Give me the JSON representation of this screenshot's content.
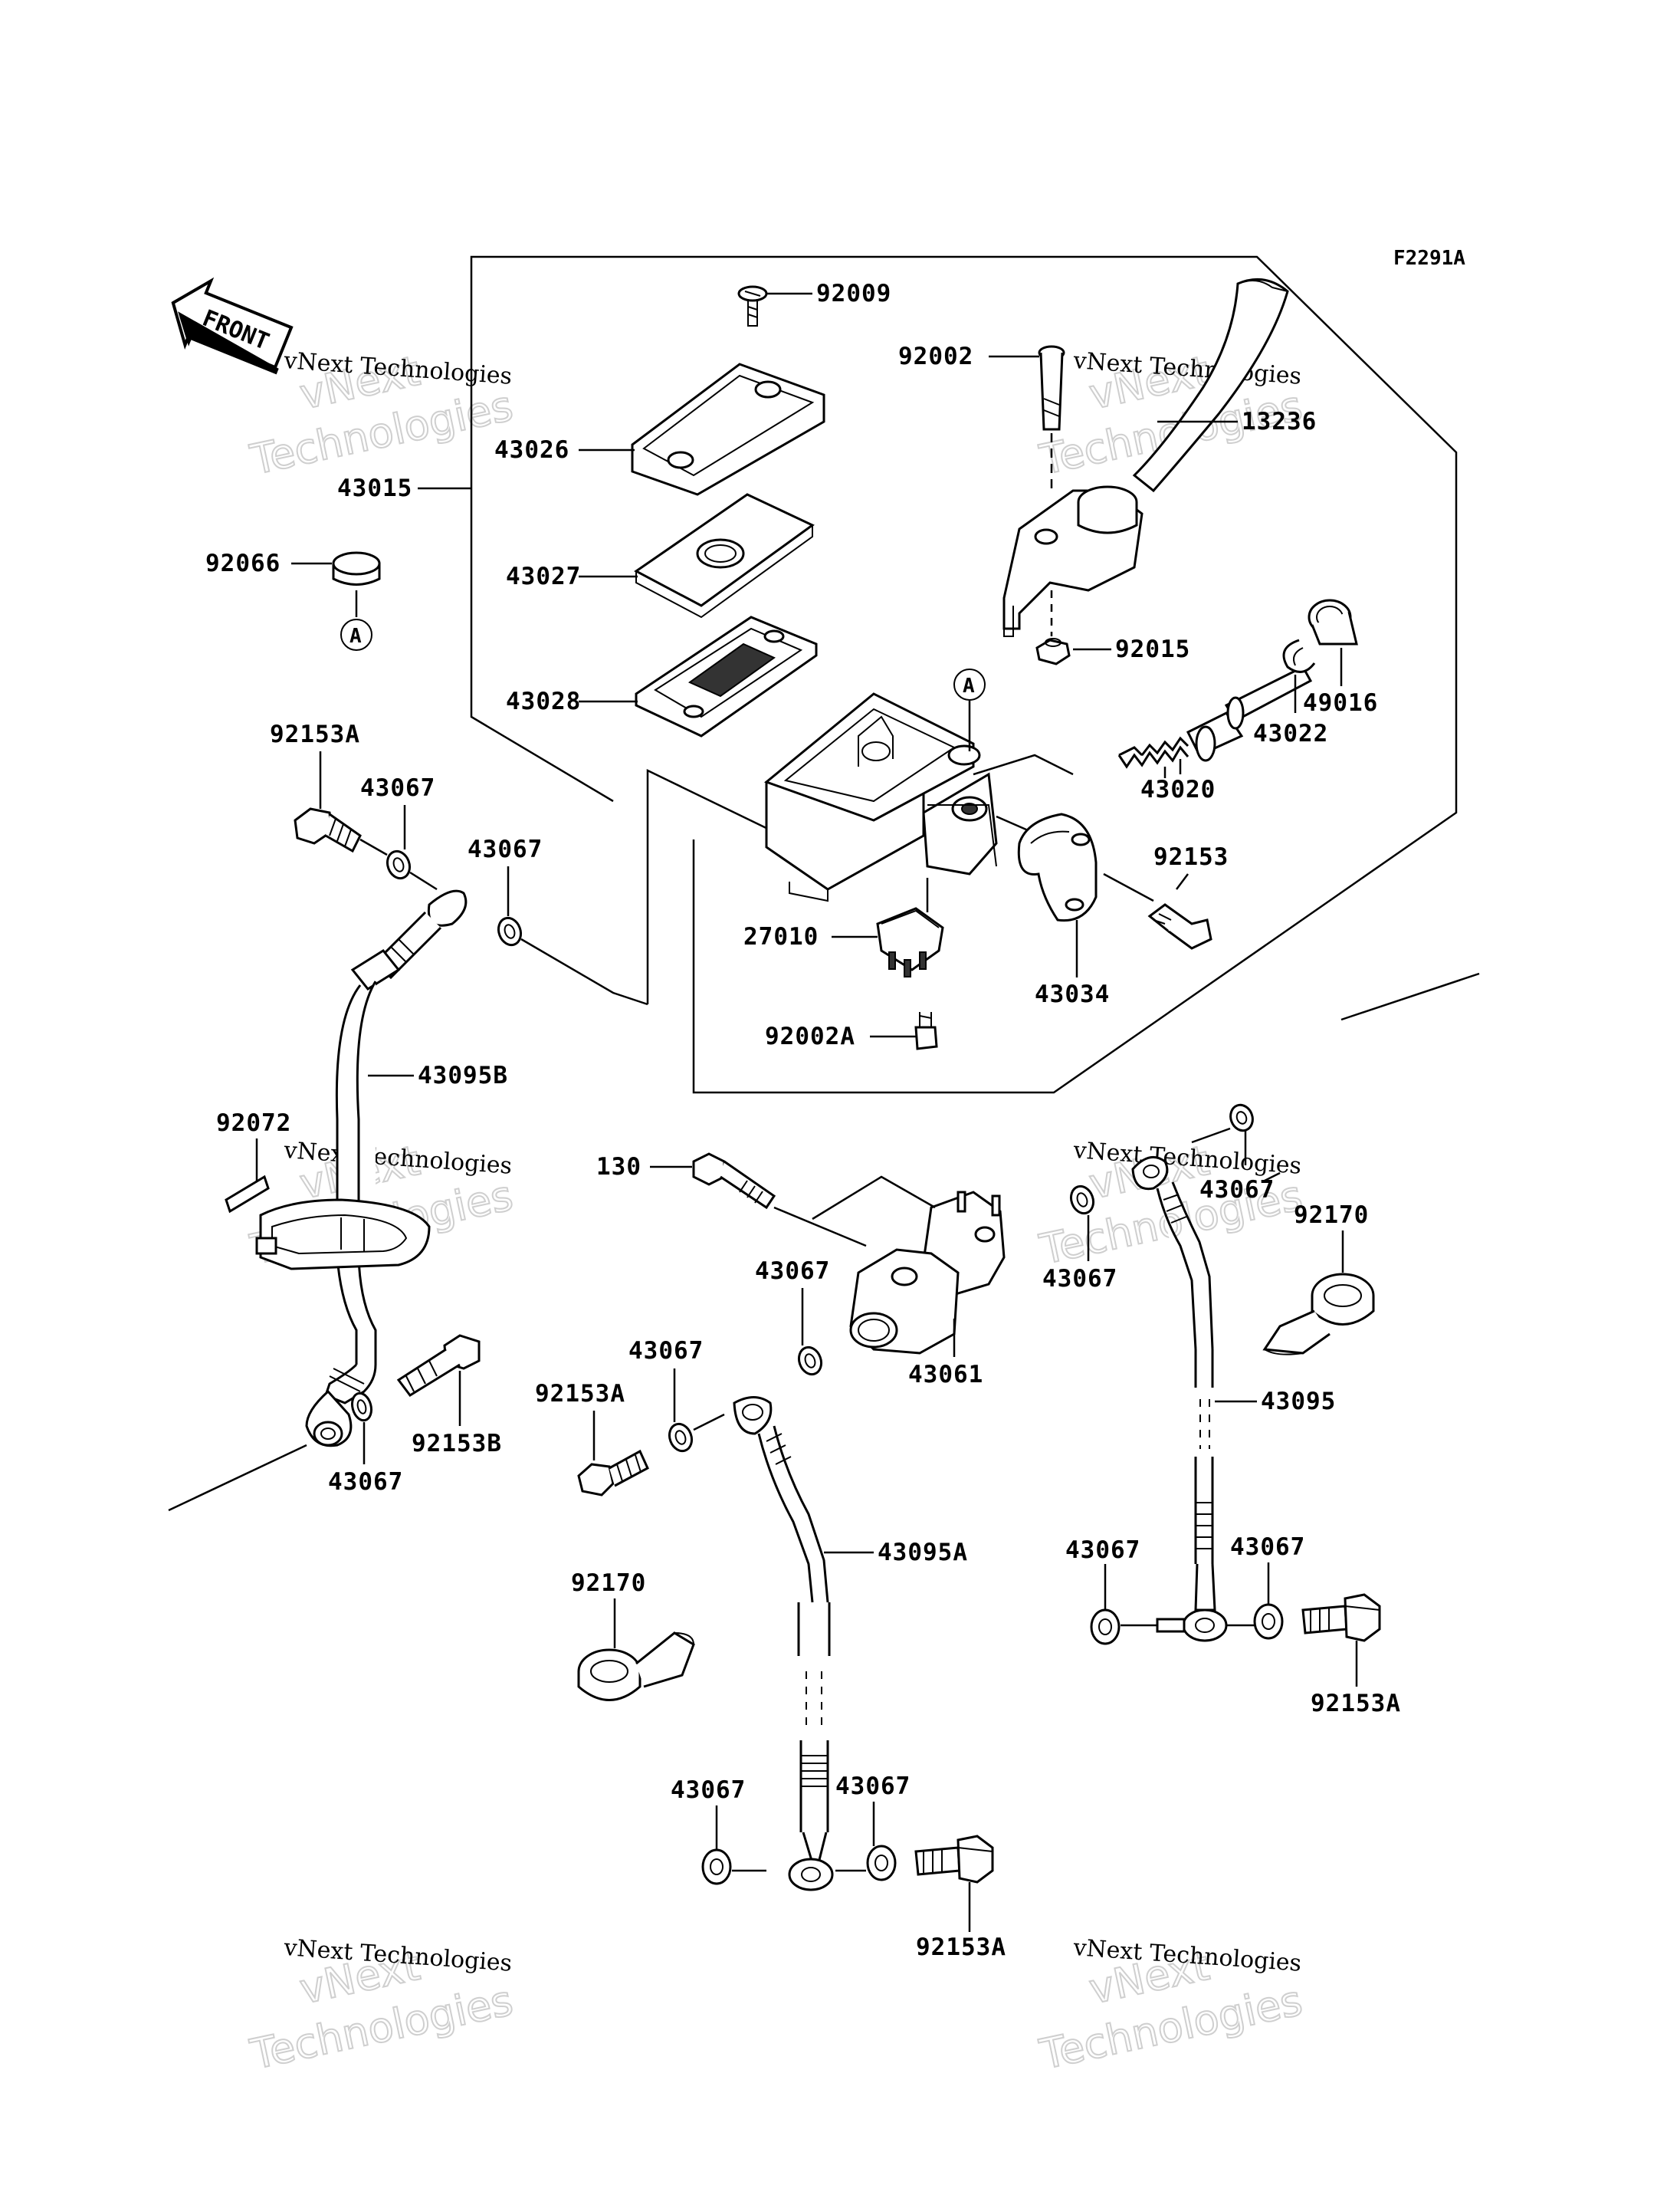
{
  "figure_code": "F2291A",
  "front_marker": "FRONT",
  "callout_a": "A",
  "watermark": {
    "company": "vNext Technologies",
    "line1": "vNext",
    "line2": "Technologies"
  },
  "parts": {
    "p92009": "92009",
    "p92002": "92002",
    "p13236": "13236",
    "p43026": "43026",
    "p43015": "43015",
    "p92066": "92066",
    "p43027": "43027",
    "p92015": "92015",
    "p43028": "43028",
    "p49016": "49016",
    "p43022": "43022",
    "p92153A_top": "92153A",
    "p43067_a": "43067",
    "p43020": "43020",
    "p43067_b": "43067",
    "p92153": "92153",
    "p27010": "27010",
    "p43034": "43034",
    "p92002A": "92002A",
    "p43095B": "43095B",
    "p92072": "92072",
    "p130": "130",
    "p43067_c": "43067",
    "p92170_r": "92170",
    "p43067_d": "43067",
    "p43067_e": "43067",
    "p43061": "43061",
    "p43067_f": "43067",
    "p92153A_mid": "92153A",
    "p43095": "43095",
    "p92153B": "92153B",
    "p43067_g": "43067",
    "p43095A": "43095A",
    "p92170_l": "92170",
    "p43067_h": "43067",
    "p43067_i": "43067",
    "p92153A_r": "92153A",
    "p43067_j": "43067",
    "p43067_k": "43067",
    "p92153A_bot": "92153A"
  }
}
